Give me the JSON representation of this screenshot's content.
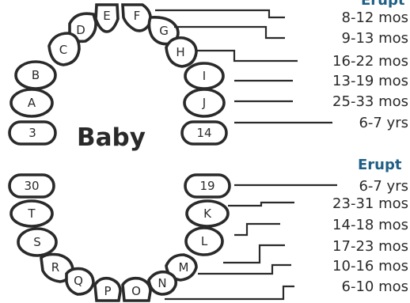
{
  "colors": {
    "outline": "#2a2a2a",
    "heading": "#1f5f86",
    "background": "#ffffff"
  },
  "center_label": "Baby",
  "upper": {
    "heading": "Erupt",
    "teeth": [
      "E",
      "F",
      "D",
      "G",
      "C",
      "H",
      "B",
      "I",
      "A",
      "J",
      "3",
      "14"
    ],
    "ages": [
      "8-12 mos",
      "9-13 mos",
      "16-22 mos",
      "13-19 mos",
      "25-33 mos",
      "6-7 yrs"
    ]
  },
  "lower": {
    "heading": "Erupt",
    "teeth": [
      "30",
      "19",
      "T",
      "K",
      "S",
      "L",
      "R",
      "M",
      "Q",
      "N",
      "P",
      "O"
    ],
    "ages": [
      "6-7 yrs",
      "23-31 mos",
      "14-18 mos",
      "17-23 mos",
      "10-16 mos",
      "6-10 mos"
    ]
  }
}
